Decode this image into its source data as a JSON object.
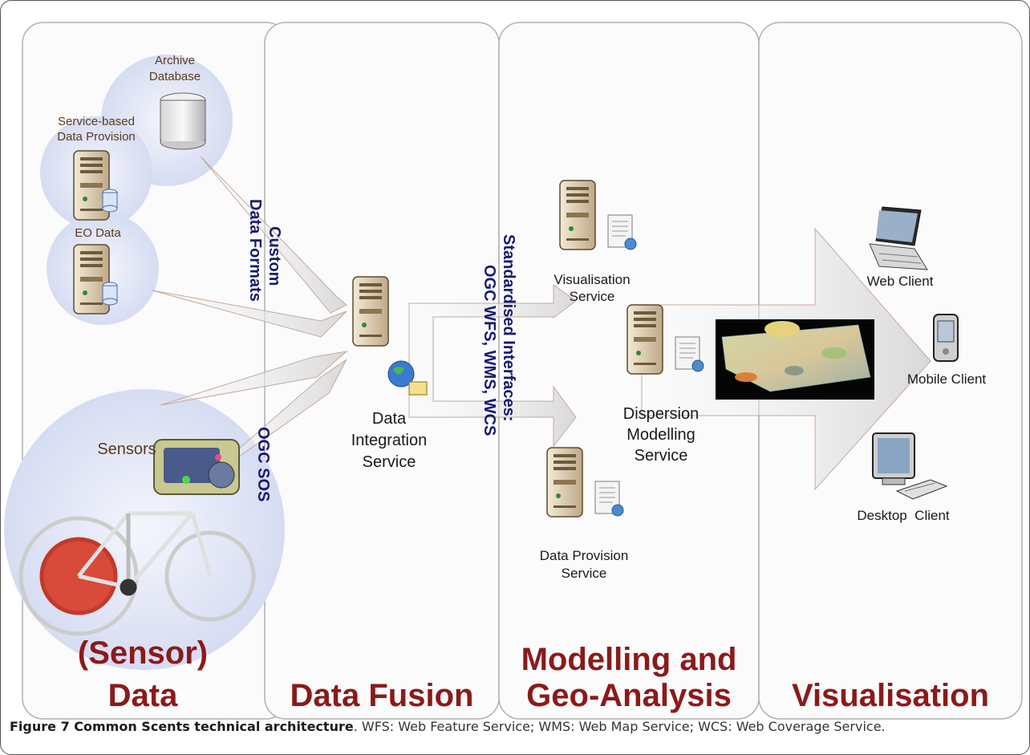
{
  "columns": {
    "sensor_data": {
      "line1": "(Sensor)",
      "line2": "Data"
    },
    "data_fusion": {
      "line1": "Data Fusion"
    },
    "modelling": {
      "line1": "Modelling and",
      "line2": "Geo-Analysis"
    },
    "visualisation": {
      "line1": "Visualisation"
    }
  },
  "sources": {
    "archive": {
      "line1": "Archive",
      "line2": "Database"
    },
    "service_based": {
      "line1": "Service-based",
      "line2": "Data Provision"
    },
    "eo": {
      "line1": "EO Data"
    },
    "sensors": {
      "line1": "Sensors"
    }
  },
  "interfaces": {
    "custom": {
      "line1": "Custom",
      "line2": "Data Formats"
    },
    "ogc_sos": {
      "line1": "OGC SOS"
    },
    "standardised": {
      "line1": "Standardised Interfaces:",
      "line2": "OGC WFS, WMS, WCS"
    }
  },
  "services": {
    "integration": {
      "line1": "Data",
      "line2": "Integration",
      "line3": "Service"
    },
    "visualisation": {
      "line1": "Visualisation",
      "line2": "Service"
    },
    "dispersion": {
      "line1": "Dispersion",
      "line2": "Modelling",
      "line3": "Service"
    },
    "provision": {
      "line1": "Data Provision",
      "line2": "Service"
    }
  },
  "clients": {
    "web": "Web Client",
    "mobile": "Mobile Client",
    "desktop": "Desktop  Client"
  },
  "caption": {
    "title": "Figure 7 Common Scents technical architecture",
    "text": ". WFS: Web Feature Service; WMS: Web Map Service; WCS: Web Coverage Service."
  },
  "colors": {
    "section_title": "#8b1a1a",
    "interface_label": "#1a1a6e",
    "panel_border": "#b0b0b0",
    "halo": "#dde3f5",
    "arrow_fill": "#ececec",
    "server_body": "#d8cbb0"
  }
}
